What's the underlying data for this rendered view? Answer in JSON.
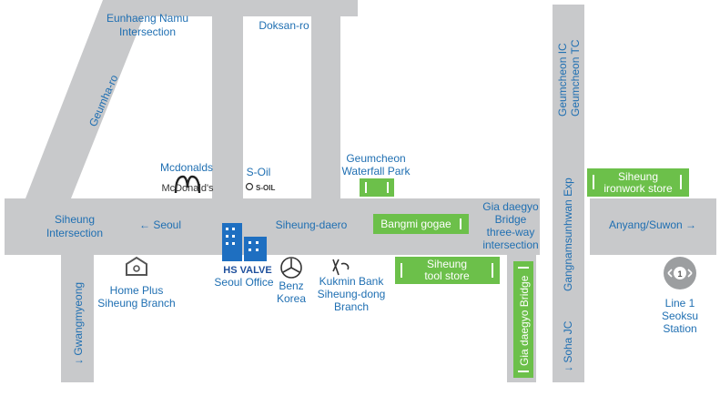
{
  "colors": {
    "road": "#c8c9cb",
    "label": "#1f6fb2",
    "green": "#6cc04a",
    "station": "#9c9ea0"
  },
  "roads": {
    "eunhaeng": [
      "Eunhaeng Namu",
      "Intersection"
    ],
    "doksan": "Doksan-ro",
    "geumha": "Geumha-ro",
    "geumcheon_ic": [
      "Geumcheon IC",
      "Geumcheon TC"
    ],
    "gangnamsunhwan": "Gangnamsunhwan Exp",
    "soha": "↓ Soha JC",
    "gwangmyeong": "↓ Gwangmyeong",
    "siheung_intersection": [
      "Siheung",
      "Intersection"
    ],
    "seoul": "← Seoul",
    "siheung_daero": "Siheung-daero",
    "gia_bridge": [
      "Gia daegyo",
      "Bridge",
      "three-way",
      "intersection"
    ],
    "anyang": "Anyang/Suwon →",
    "gia_bridge_vertical": "Gia daegyo Bridge"
  },
  "green_labels": {
    "bangmi": "Bangmi gogae",
    "tool_store": [
      "Siheung",
      "tool store"
    ],
    "ironwork": [
      "Siheung",
      "ironwork store"
    ]
  },
  "landmarks": {
    "mcdonalds": "Mcdonalds",
    "mcdonalds_logo": "McDonald's",
    "soil": "S-Oil",
    "soil_logo": "S-OIL",
    "waterfall": [
      "Geumcheon",
      "Waterfall Park"
    ],
    "homeplus": [
      "Home Plus",
      "Siheung Branch"
    ],
    "hsvalve_logo": "HS VALVE",
    "hsvalve": "Seoul Office",
    "benz": [
      "Benz",
      "Korea"
    ],
    "kukmin": [
      "Kukmin Bank",
      "Siheung-dong",
      "Branch"
    ],
    "station": [
      "Line 1",
      "Seoksu",
      "Station"
    ],
    "station_num": "1"
  }
}
